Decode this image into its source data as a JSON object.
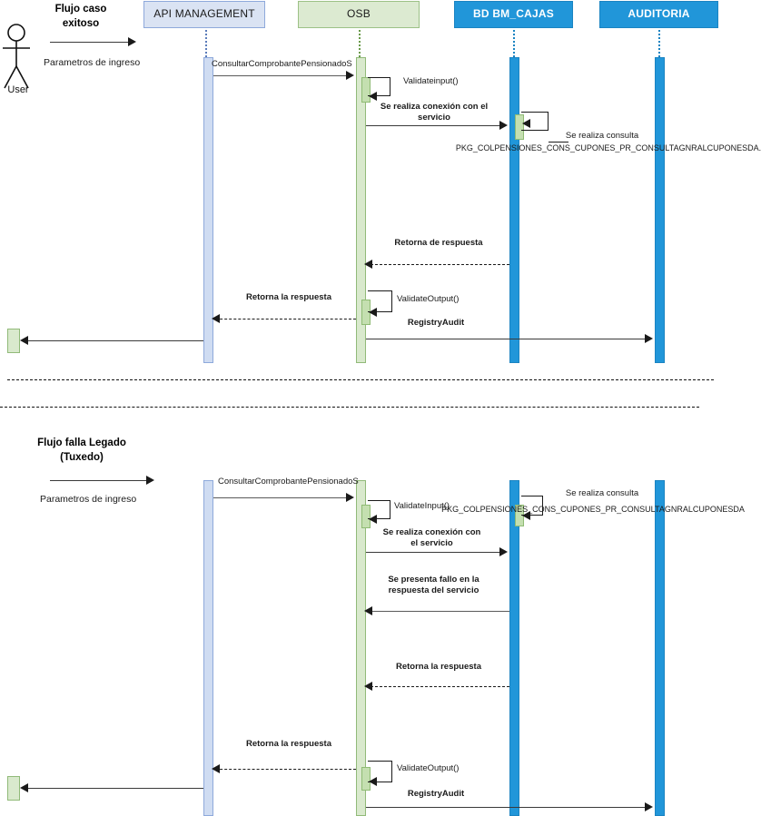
{
  "diagram": {
    "type": "uml-sequence",
    "participants": [
      {
        "id": "api",
        "label": "API MANAGEMENT",
        "color": "#dae3f3",
        "border": "#8ea9db"
      },
      {
        "id": "osb",
        "label": "OSB",
        "color": "#dcead1",
        "border": "#9cc186"
      },
      {
        "id": "db",
        "label": "BD BM_CAJAS",
        "color": "#2196d9",
        "border": "#1b84c2"
      },
      {
        "id": "aud",
        "label": "AUDITORIA",
        "color": "#2196d9",
        "border": "#1b84c2"
      }
    ],
    "actor": {
      "name": "User",
      "label": "User"
    }
  },
  "flow1": {
    "title": "Flujo caso\nexitoso",
    "entry_label": "Parametros de ingreso",
    "messages": [
      {
        "id": "m1",
        "label": "ConsultarComprobantePensionadoS",
        "from": "api",
        "to": "osb",
        "style": "solid"
      },
      {
        "id": "m2",
        "label": "Validateinput()",
        "from": "osb",
        "to": "osb",
        "style": "self"
      },
      {
        "id": "m3",
        "label": "Se realiza conexión con el\nservicio",
        "from": "osb",
        "to": "db",
        "style": "solid"
      },
      {
        "id": "m4",
        "label": "Se realiza consulta",
        "from": "db",
        "to": "db",
        "style": "self"
      },
      {
        "id": "m5",
        "label": "PKG_COLPENSIONES_CONS_CUPONES_PR_CONSULTAGNRALCUPONESDA.",
        "from": "db",
        "to": "db",
        "style": "note"
      },
      {
        "id": "m6",
        "label": "Retorna de respuesta",
        "from": "db",
        "to": "osb",
        "style": "dashed"
      },
      {
        "id": "m7",
        "label": "ValidateOutput()",
        "from": "osb",
        "to": "osb",
        "style": "self"
      },
      {
        "id": "m8",
        "label": "Retorna la respuesta",
        "from": "osb",
        "to": "api",
        "style": "dashed"
      },
      {
        "id": "m9",
        "label": "RegistryAudit",
        "from": "osb",
        "to": "aud",
        "style": "solid"
      },
      {
        "id": "m10",
        "label": "",
        "from": "api",
        "to": "user",
        "style": "solid"
      }
    ]
  },
  "flow2": {
    "title": "Flujo falla Legado\n(Tuxedo)",
    "entry_label": "Parametros de ingreso",
    "messages": [
      {
        "id": "n1",
        "label": "ConsultarComprobantePensionadoS",
        "from": "api",
        "to": "osb",
        "style": "solid"
      },
      {
        "id": "n2",
        "label": "ValidateInput()",
        "from": "osb",
        "to": "osb",
        "style": "self"
      },
      {
        "id": "n3",
        "label": "Se realiza consulta",
        "from": "db",
        "to": "db",
        "style": "self"
      },
      {
        "id": "n4",
        "label": "PKG_COLPENSIONES_CONS_CUPONES_PR_CONSULTAGNRALCUPONESDA",
        "from": "db",
        "to": "db",
        "style": "note"
      },
      {
        "id": "n5",
        "label": "Se realiza conexión con\nel servicio",
        "from": "osb",
        "to": "db",
        "style": "solid"
      },
      {
        "id": "n6",
        "label": "Se presenta fallo en la\nrespuesta del servicio",
        "from": "db",
        "to": "osb",
        "style": "solid"
      },
      {
        "id": "n7",
        "label": "Retorna la respuesta",
        "from": "db",
        "to": "osb",
        "style": "dashed"
      },
      {
        "id": "n8",
        "label": "Retorna la respuesta",
        "from": "osb",
        "to": "api",
        "style": "dashed"
      },
      {
        "id": "n9",
        "label": "ValidateOutput()",
        "from": "osb",
        "to": "osb",
        "style": "self"
      },
      {
        "id": "n10",
        "label": "RegistryAudit",
        "from": "osb",
        "to": "aud",
        "style": "solid"
      },
      {
        "id": "n11",
        "label": "",
        "from": "api",
        "to": "user",
        "style": "solid"
      }
    ]
  }
}
